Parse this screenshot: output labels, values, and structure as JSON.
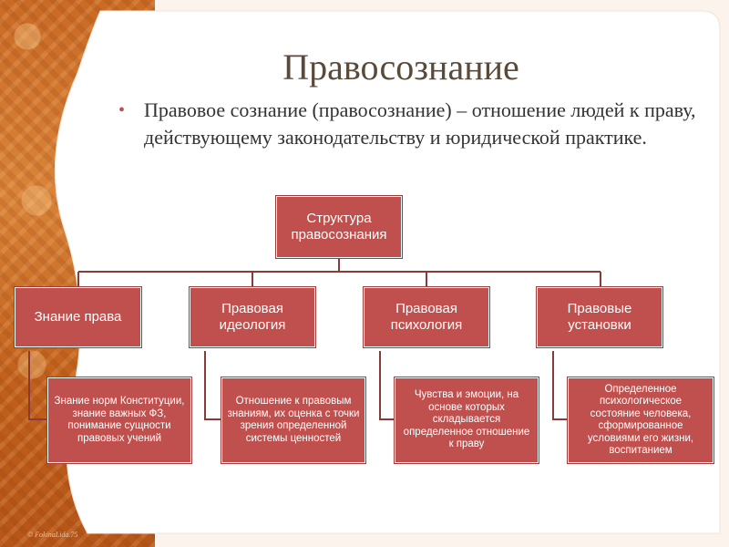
{
  "slide": {
    "title": "Правосознание",
    "bullet": "Правовое сознание (правосознание) – отношение людей к праву, действующему законодательству и юридической практике.",
    "credit": "© FokinaLida.75"
  },
  "diagram": {
    "root": "Структура правосознания",
    "branches": [
      {
        "label": "Знание права",
        "detail": "Знание норм Конституции, знание важных ФЗ, понимание сущности правовых учений"
      },
      {
        "label": "Правовая идеология",
        "detail": "Отношение к правовым знаниям, их оценка с точки зрения определенной системы ценностей"
      },
      {
        "label": "Правовая психология",
        "detail": "Чувства и эмоции, на основе которых складывается определенное отношение к праву"
      },
      {
        "label": "Правовые установки",
        "detail": "Определенное психологическое состояние человека, сформированное условиями его жизни, воспитанием"
      }
    ]
  },
  "colors": {
    "box": "#c0504d",
    "title": "#5a4a3a",
    "accent": "#c96a25"
  }
}
